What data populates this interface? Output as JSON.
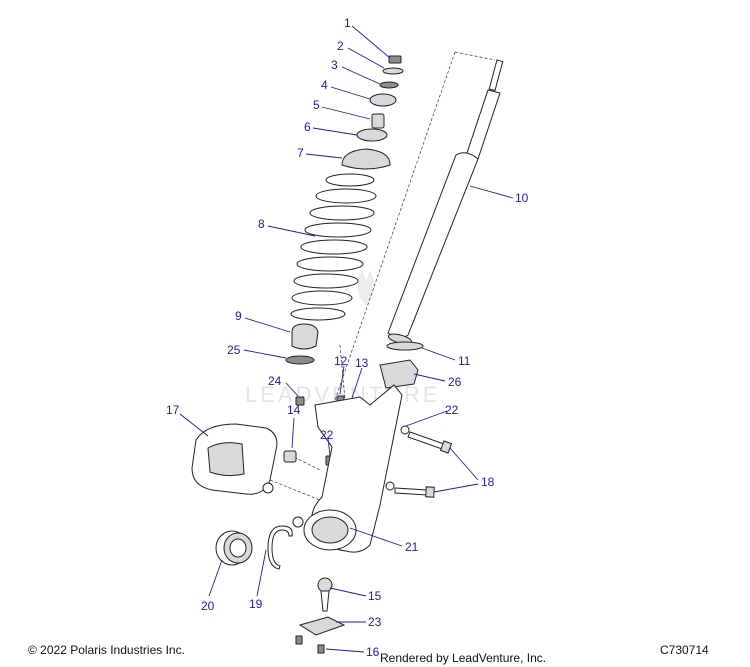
{
  "watermark": "LEADVENTURE",
  "footer": {
    "copyright": "© 2022 Polaris Industries Inc.",
    "rendered_by": "Rendered by LeadVenture, Inc.",
    "code": "C730714"
  },
  "callouts": [
    "1",
    "2",
    "3",
    "4",
    "5",
    "6",
    "7",
    "8",
    "9",
    "10",
    "11",
    "12",
    "13",
    "14",
    "15",
    "16",
    "17",
    "18",
    "19",
    "20",
    "21",
    "22",
    "23",
    "24",
    "25",
    "26"
  ],
  "colors": {
    "callout": "#1a1ab8",
    "line": "#222222"
  }
}
